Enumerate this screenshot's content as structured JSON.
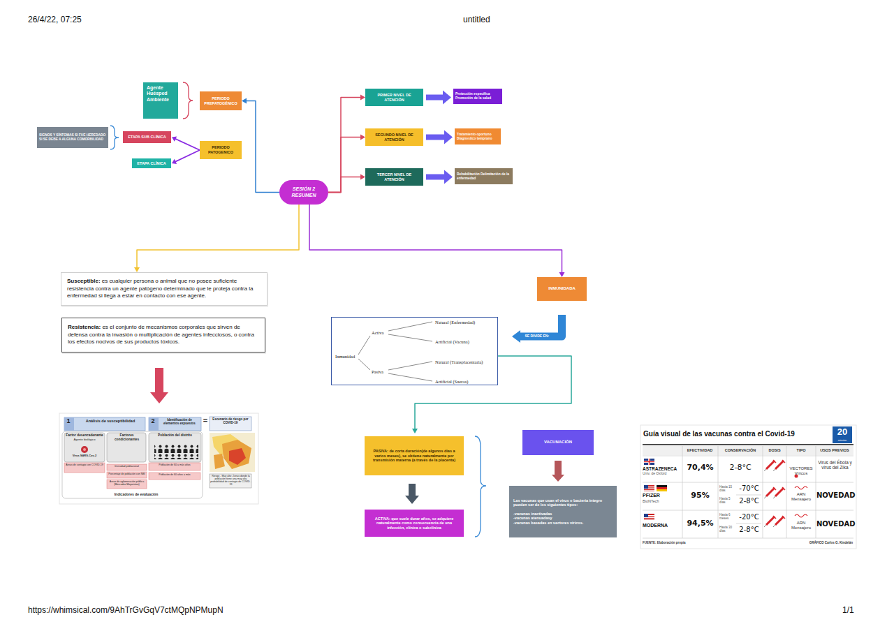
{
  "diagram": {
    "nodes": [
      {
        "text": [
          "Agente Huésped Ambiente"
        ]
      },
      {
        "text": [
          "PERIODO PREPATOGÉNICO"
        ]
      },
      {
        "text": [
          "SIGNOS Y SÍNTOMAS SI FUE HEREDADO SI SE DEBE A ALGUNA COMORBILIDAD"
        ]
      },
      {
        "text": [
          "ETAPA SUB CLÍNICA"
        ]
      },
      {
        "text": [
          "PERIODO PATOGENICO"
        ]
      },
      {
        "text": [
          "ETAPA CLÍNICA"
        ]
      },
      {
        "text": [
          "SESIÓN 2 RESUMEN"
        ]
      },
      {
        "text": [
          "PRIMER NIVEL DE ATENCIÓN"
        ]
      },
      {
        "text": [
          "Protección específica Promoción de la salud"
        ]
      },
      {
        "text": [
          "SEGUNDO NIVEL DE ATENCIÓN"
        ]
      },
      {
        "text": [
          "Tratamiento oportuno Diagnostico temprano"
        ]
      },
      {
        "text": [
          "TERCER NIVEL DE ATENCIÓN"
        ]
      },
      {
        "text": [
          "Rehabilitación Delimitación de la enfermedad"
        ]
      },
      {
        "text": [
          "Susceptible:",
          "es cualquier persona o animal que no posee suficiente resistencia contra un agente patógeno determinado que le proteja contra la enfermedad si llega a estar en contacto con ese agente."
        ]
      },
      {
        "text": [
          "Resistencia:",
          "es el conjunto de mecanismos corporales que sirven de defensa contra la invasión o multiplicación de agentes infecciosos, o contra los efectos nocivos de sus productos tóxicos."
        ]
      },
      {
        "text": [
          "1",
          "Análisis de susceptibilidad",
          "2",
          "Identificación de elementos expuestos",
          "=",
          "Escenario de riesgo por COVID-19",
          "Factor desencadenante",
          "Agente biológico",
          "Virus SARS-Cov-2",
          "Factores condicionantes",
          "Población del distrito",
          "Áreas de contagio con COVID-19",
          "Densidad poblacional",
          "Porcentaje de población con NBI",
          "Áreas de aglomeración pública (Mercados Mayoristas)",
          "Población de 60 a más años",
          "Población de 60 años a más",
          "Riesgo - Muy alto: Zonas donde la población tiene una muy alta probabilidad de contagio de COVID - 19",
          "Indicadores de evaluación"
        ]
      },
      {
        "text": [
          "INMUNIDADA"
        ]
      },
      {
        "text": [
          "Inmunidad",
          "Activa",
          "Natural (Enfermedad)",
          "Artificial (Vacuna)",
          "Pasiva",
          "Natural (Transplacentaria)",
          "Artificial (Sueros)"
        ]
      },
      {
        "text": [
          "PASIVA: de corta duración(de algunos días a varios meses), se obtiene naturalmente por transmisión materna (a través de la placenta)"
        ]
      },
      {
        "text": [
          "ACTIVA: que suele durar años, se adquiere naturalmente como consecuencia de una infección, clínica o subclínica"
        ]
      },
      {
        "text": [
          "VACUNACIÓN"
        ]
      },
      {
        "text": [
          "Las vacunas que usan el virus o bacteria íntegro pueden ser de los siguientes tipos:",
          "-vacunas inactivadas",
          "-vacunas atenuadasy",
          "-vacunas basadas en vectores víricos."
        ]
      }
    ],
    "edges": [
      {
        "from": 6,
        "to": 1,
        "arrow": "to"
      },
      {
        "from": 4,
        "to": 3,
        "arrow": "to"
      },
      {
        "from": 4,
        "to": 5,
        "arrow": "to"
      },
      {
        "from": 6,
        "to": 7,
        "arrow": "to"
      },
      {
        "from": 6,
        "to": 9,
        "arrow": "to"
      },
      {
        "from": 6,
        "to": 11,
        "arrow": "to"
      },
      {
        "from": 7,
        "to": 8,
        "arrow": "to"
      },
      {
        "from": 9,
        "to": 10,
        "arrow": "to"
      },
      {
        "from": 11,
        "to": 12,
        "arrow": "to"
      },
      {
        "from": 6,
        "to": 13,
        "arrow": "to"
      },
      {
        "from": 6,
        "to": 16,
        "arrow": "to"
      },
      {
        "from": 14,
        "to": 15,
        "arrow": "to"
      },
      {
        "from": 16,
        "to": 17,
        "label": "SE DIVIDE EN:",
        "arrow": "to"
      },
      {
        "from": 17,
        "to": 18,
        "arrow": "to"
      },
      {
        "from": 18,
        "to": 19,
        "arrow": "to"
      },
      {
        "from": 20,
        "to": 21,
        "arrow": "to"
      }
    ],
    "labels": [
      "26/4/22, 07:25",
      "untitled",
      "https://whimsical.com/9AhTrGvGqV7ctMQpNPMupN",
      "1/1",
      "Guía visual de las vacunas contra el Covid-19",
      "20",
      "minutos",
      "EFECTIVIDAD",
      "CONSERVACIÓN",
      "DOSIS",
      "TIPO",
      "USOS PREVIOS",
      "ASTRAZENECA",
      "Univ. de Oxford",
      "70,4%",
      "2-8°C",
      "VECTORES Víricos",
      "Virus del Ébola y virus del Zika",
      "PFIZER",
      "BioNTech",
      "95%",
      "Hasta 15 días",
      "-70°C",
      "Hasta 5 días",
      "2-8°C",
      "ARN Mensajero",
      "NOVEDAD",
      "MODERNA",
      "94,5%",
      "Hasta 6 meses",
      "-20°C",
      "Hasta 30 días",
      "2-8°C",
      "ARN Mensajero",
      "NOVEDAD",
      "FUENTE: Elaboración propia",
      "GRÁFICO Carlos G. Kindelán"
    ]
  }
}
